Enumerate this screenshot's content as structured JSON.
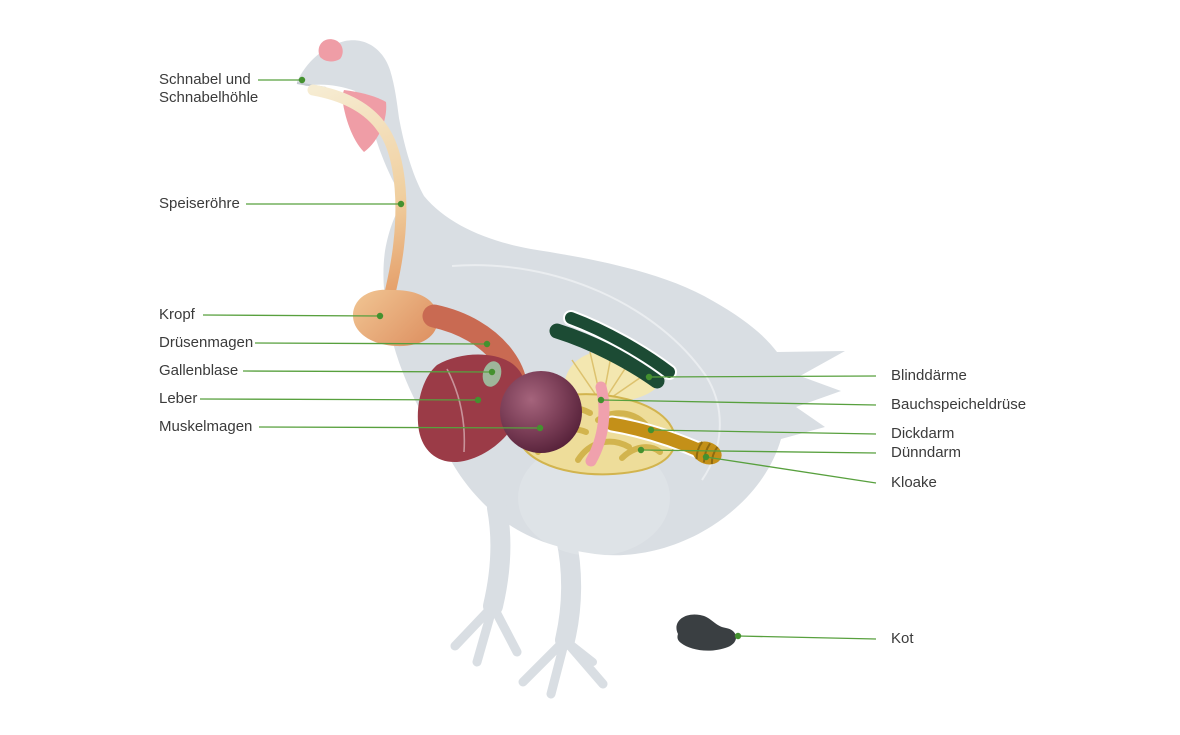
{
  "diagram": {
    "subject": "chicken-digestive-tract-diagram",
    "labels": {
      "schnabel": "Schnabel und Schnabelhöhle",
      "speiseroehre": "Speiseröhre",
      "kropf": "Kropf",
      "druesenmagen": "Drüsenmagen",
      "gallenblase": "Gallenblase",
      "leber": "Leber",
      "muskelmagen": "Muskelmagen",
      "blinddaerme": "Blinddärme",
      "bauchspeicheldruese": "Bauchspeicheldrüse",
      "dickdarm": "Dickdarm",
      "duenndarm": "Dünndarm",
      "kloake": "Kloake",
      "kot": "Kot"
    },
    "colors": {
      "background": "#ffffff",
      "body_silhouette": "#d9dee3",
      "comb_wattle": "#ef9da6",
      "esophagus_light": "#f6ecd2",
      "crop_orange": "#e5a06b",
      "proventriculus": "#c96a52",
      "liver": "#9b3b47",
      "gizzard_dark": "#4a1b30",
      "gallbladder": "#9eb69a",
      "intestine_fill": "#eedd9a",
      "intestine_outline": "#d2b44e",
      "ceca_green": "#1c4b34",
      "pancreas_pink": "#f0a1ad",
      "colon_cloaca": "#c49018",
      "droppings": "#3a3f42",
      "label_line_green": "#58a03e",
      "label_text": "#3b3b3b"
    }
  }
}
